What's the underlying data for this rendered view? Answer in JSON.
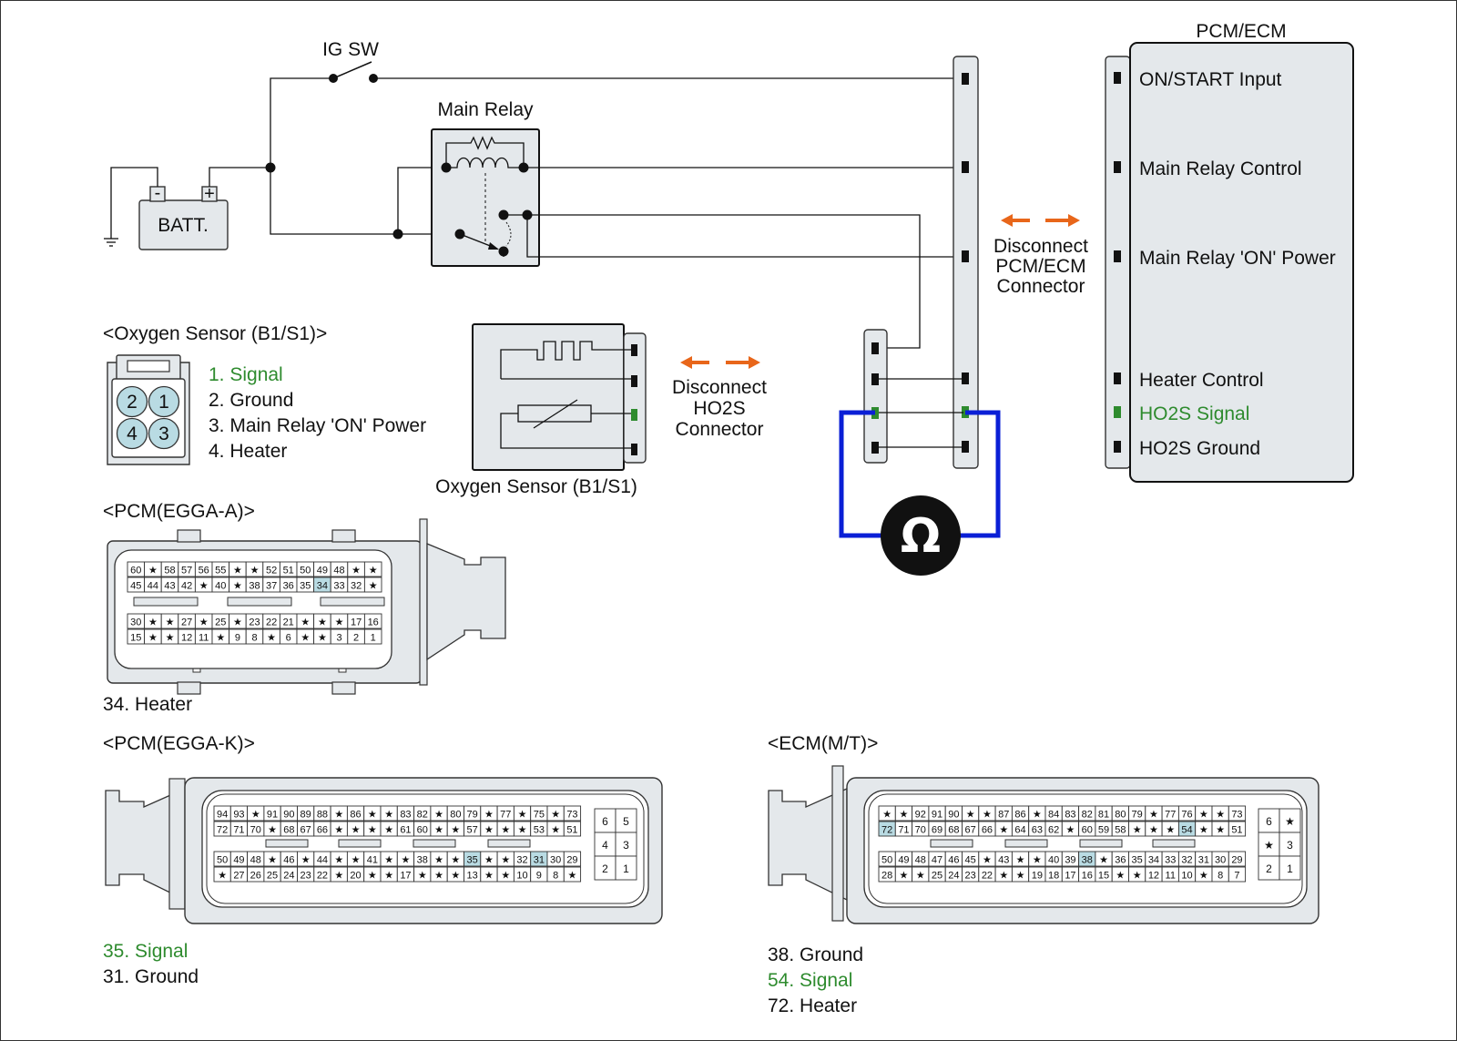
{
  "labels": {
    "ig_sw": "IG SW",
    "main_relay": "Main Relay",
    "batt": "BATT.",
    "pcm_ecm": "PCM/ECM",
    "disconnect_pcm": [
      "Disconnect",
      "PCM/ECM",
      "Connector"
    ],
    "disconnect_ho2s": [
      "Disconnect",
      "HO2S",
      "Connector"
    ],
    "o2_sensor_caption": "Oxygen Sensor (B1/S1)",
    "ohm_symbol": "Ω"
  },
  "pcm_terminals": [
    {
      "label": "ON/START Input",
      "highlight": false
    },
    {
      "label": "Main Relay Control",
      "highlight": false
    },
    {
      "label": "Main Relay 'ON' Power",
      "highlight": false
    },
    {
      "label": "Heater Control",
      "highlight": false
    },
    {
      "label": "HO2S  Signal",
      "highlight": true
    },
    {
      "label": "HO2S  Ground",
      "highlight": false
    }
  ],
  "oxygen_sensor": {
    "title": "<Oxygen Sensor (B1/S1)>",
    "pins": [
      "2",
      "1",
      "4",
      "3"
    ],
    "legend": [
      {
        "text": "1. Signal",
        "highlight": true
      },
      {
        "text": "2. Ground",
        "highlight": false
      },
      {
        "text": "3. Main Relay 'ON' Power",
        "highlight": false
      },
      {
        "text": "4. Heater",
        "highlight": false
      }
    ]
  },
  "pcm_a": {
    "title": "<PCM(EGGA-A)>",
    "rows": [
      [
        "60",
        "★",
        "58",
        "57",
        "56",
        "55",
        "★",
        "★",
        "52",
        "51",
        "50",
        "49",
        "48",
        "★",
        "★"
      ],
      [
        "45",
        "44",
        "43",
        "42",
        "★",
        "40",
        "★",
        "38",
        "37",
        "36",
        "35",
        "34",
        "33",
        "32",
        "★"
      ],
      [
        "30",
        "★",
        "★",
        "27",
        "★",
        "25",
        "★",
        "23",
        "22",
        "21",
        "★",
        "★",
        "★",
        "17",
        "16"
      ],
      [
        "15",
        "★",
        "★",
        "12",
        "11",
        "★",
        "9",
        "8",
        "★",
        "6",
        "★",
        "★",
        "3",
        "2",
        "1"
      ]
    ],
    "highlight": [
      "34"
    ],
    "legend": [
      {
        "text": "34. Heater",
        "highlight": false
      }
    ]
  },
  "pcm_k": {
    "title": "<PCM(EGGA-K)>",
    "rows": [
      [
        "94",
        "93",
        "★",
        "91",
        "90",
        "89",
        "88",
        "★",
        "86",
        "★",
        "★",
        "83",
        "82",
        "★",
        "80",
        "79",
        "★",
        "77",
        "★",
        "75",
        "★",
        "73"
      ],
      [
        "72",
        "71",
        "70",
        "★",
        "68",
        "67",
        "66",
        "★",
        "★",
        "★",
        "★",
        "61",
        "60",
        "★",
        "★",
        "57",
        "★",
        "★",
        "★",
        "53",
        "★",
        "51"
      ],
      [
        "50",
        "49",
        "48",
        "★",
        "46",
        "★",
        "44",
        "★",
        "★",
        "41",
        "★",
        "★",
        "38",
        "★",
        "★",
        "35",
        "★",
        "★",
        "32",
        "31",
        "30",
        "29"
      ],
      [
        "★",
        "27",
        "26",
        "25",
        "24",
        "23",
        "22",
        "★",
        "20",
        "★",
        "★",
        "17",
        "★",
        "★",
        "★",
        "13",
        "★",
        "★",
        "10",
        "9",
        "8",
        "★"
      ]
    ],
    "side": [
      [
        "6",
        "5"
      ],
      [
        "4",
        "3"
      ],
      [
        "2",
        "1"
      ]
    ],
    "highlight": [
      "35",
      "31"
    ],
    "legend": [
      {
        "text": "35. Signal",
        "highlight": true
      },
      {
        "text": "31. Ground",
        "highlight": false
      }
    ]
  },
  "ecm_mt": {
    "title": "<ECM(M/T)>",
    "rows": [
      [
        "★",
        "★",
        "92",
        "91",
        "90",
        "★",
        "★",
        "87",
        "86",
        "★",
        "84",
        "83",
        "82",
        "81",
        "80",
        "79",
        "★",
        "77",
        "76",
        "★",
        "★",
        "73"
      ],
      [
        "72",
        "71",
        "70",
        "69",
        "68",
        "67",
        "66",
        "★",
        "64",
        "63",
        "62",
        "★",
        "60",
        "59",
        "58",
        "★",
        "★",
        "★",
        "54",
        "★",
        "★",
        "51"
      ],
      [
        "50",
        "49",
        "48",
        "47",
        "46",
        "45",
        "★",
        "43",
        "★",
        "★",
        "40",
        "39",
        "38",
        "★",
        "36",
        "35",
        "34",
        "33",
        "32",
        "31",
        "30",
        "29"
      ],
      [
        "28",
        "★",
        "★",
        "25",
        "24",
        "23",
        "22",
        "★",
        "★",
        "19",
        "18",
        "17",
        "16",
        "15",
        "★",
        "★",
        "12",
        "11",
        "10",
        "★",
        "8",
        "7"
      ]
    ],
    "side": [
      [
        "6",
        "★"
      ],
      [
        "★",
        "3"
      ],
      [
        "2",
        "1"
      ]
    ],
    "highlight": [
      "72",
      "54",
      "38"
    ],
    "legend": [
      {
        "text": "38. Ground",
        "highlight": false
      },
      {
        "text": "54. Signal",
        "highlight": true
      },
      {
        "text": "72. Heater",
        "highlight": false
      }
    ]
  },
  "colors": {
    "highlight_text": "#2e8b2e",
    "highlight_cell": "#b9dbe3",
    "body_fill": "#e4e8eb",
    "meter_lead": "#0a1fd6",
    "arrow": "#e8661a"
  }
}
